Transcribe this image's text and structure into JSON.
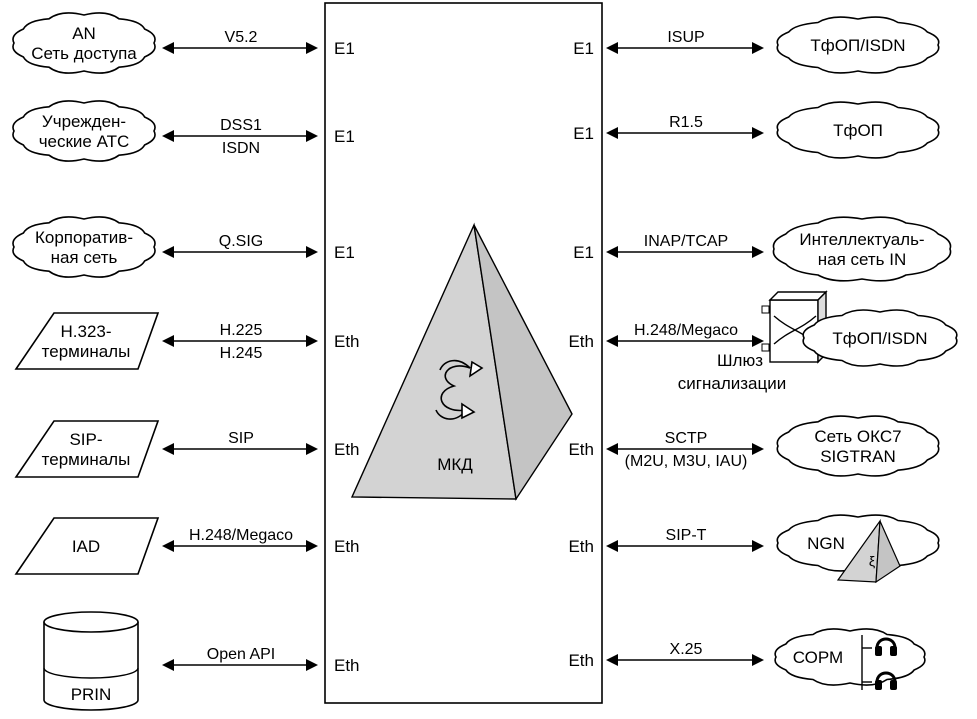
{
  "center": {
    "label": "МКД"
  },
  "left": [
    {
      "id": "an",
      "shape": "cloud",
      "lines": [
        "AN",
        "Сеть доступа"
      ],
      "protocol": [
        "V5.2"
      ],
      "port": "E1"
    },
    {
      "id": "pbx",
      "shape": "cloud",
      "lines": [
        "Учрежден-",
        "ческие АТС"
      ],
      "protocol": [
        "DSS1",
        "ISDN"
      ],
      "port": "E1"
    },
    {
      "id": "corp",
      "shape": "cloud",
      "lines": [
        "Корпоратив-",
        "ная сеть"
      ],
      "protocol": [
        "Q.SIG"
      ],
      "port": "E1"
    },
    {
      "id": "h323",
      "shape": "parallelogram",
      "lines": [
        "H.323-",
        "терминалы"
      ],
      "protocol": [
        "H.225",
        "H.245"
      ],
      "port": "Eth"
    },
    {
      "id": "sip",
      "shape": "parallelogram",
      "lines": [
        "SIP-",
        "терминалы"
      ],
      "protocol": [
        "SIP"
      ],
      "port": "Eth"
    },
    {
      "id": "iad",
      "shape": "parallelogram",
      "lines": [
        "IAD"
      ],
      "protocol": [
        "H.248/Megaco"
      ],
      "port": "Eth"
    },
    {
      "id": "prin",
      "shape": "cylinder",
      "lines": [
        "PRIN"
      ],
      "protocol": [
        "Open API"
      ],
      "port": "Eth"
    }
  ],
  "right": [
    {
      "id": "pstn-isdn",
      "lines": [
        "ТфОП/ISDN"
      ],
      "protocol": [
        "ISUP"
      ],
      "port": "E1"
    },
    {
      "id": "pstn",
      "lines": [
        "ТфОП"
      ],
      "protocol": [
        "R1.5"
      ],
      "port": "E1"
    },
    {
      "id": "in",
      "lines": [
        "Интеллектуаль-",
        "ная сеть IN"
      ],
      "protocol": [
        "INAP/TCAP"
      ],
      "port": "E1"
    },
    {
      "id": "gw",
      "lines": [
        "ТфОП/ISDN"
      ],
      "protocol": [
        "H.248/Megaco"
      ],
      "port": "Eth",
      "gateway": [
        "Шлюз",
        "сигнализации"
      ]
    },
    {
      "id": "ss7",
      "lines": [
        "Сеть ОКС7",
        "SIGTRAN"
      ],
      "protocol": [
        "SCTP",
        "(M2U, M3U, IAU)"
      ],
      "port": "Eth"
    },
    {
      "id": "ngn",
      "lines": [
        "NGN"
      ],
      "protocol": [
        "SIP-T"
      ],
      "port": "Eth"
    },
    {
      "id": "sorm",
      "lines": [
        "СОРМ"
      ],
      "protocol": [
        "X.25"
      ],
      "port": "Eth"
    }
  ]
}
